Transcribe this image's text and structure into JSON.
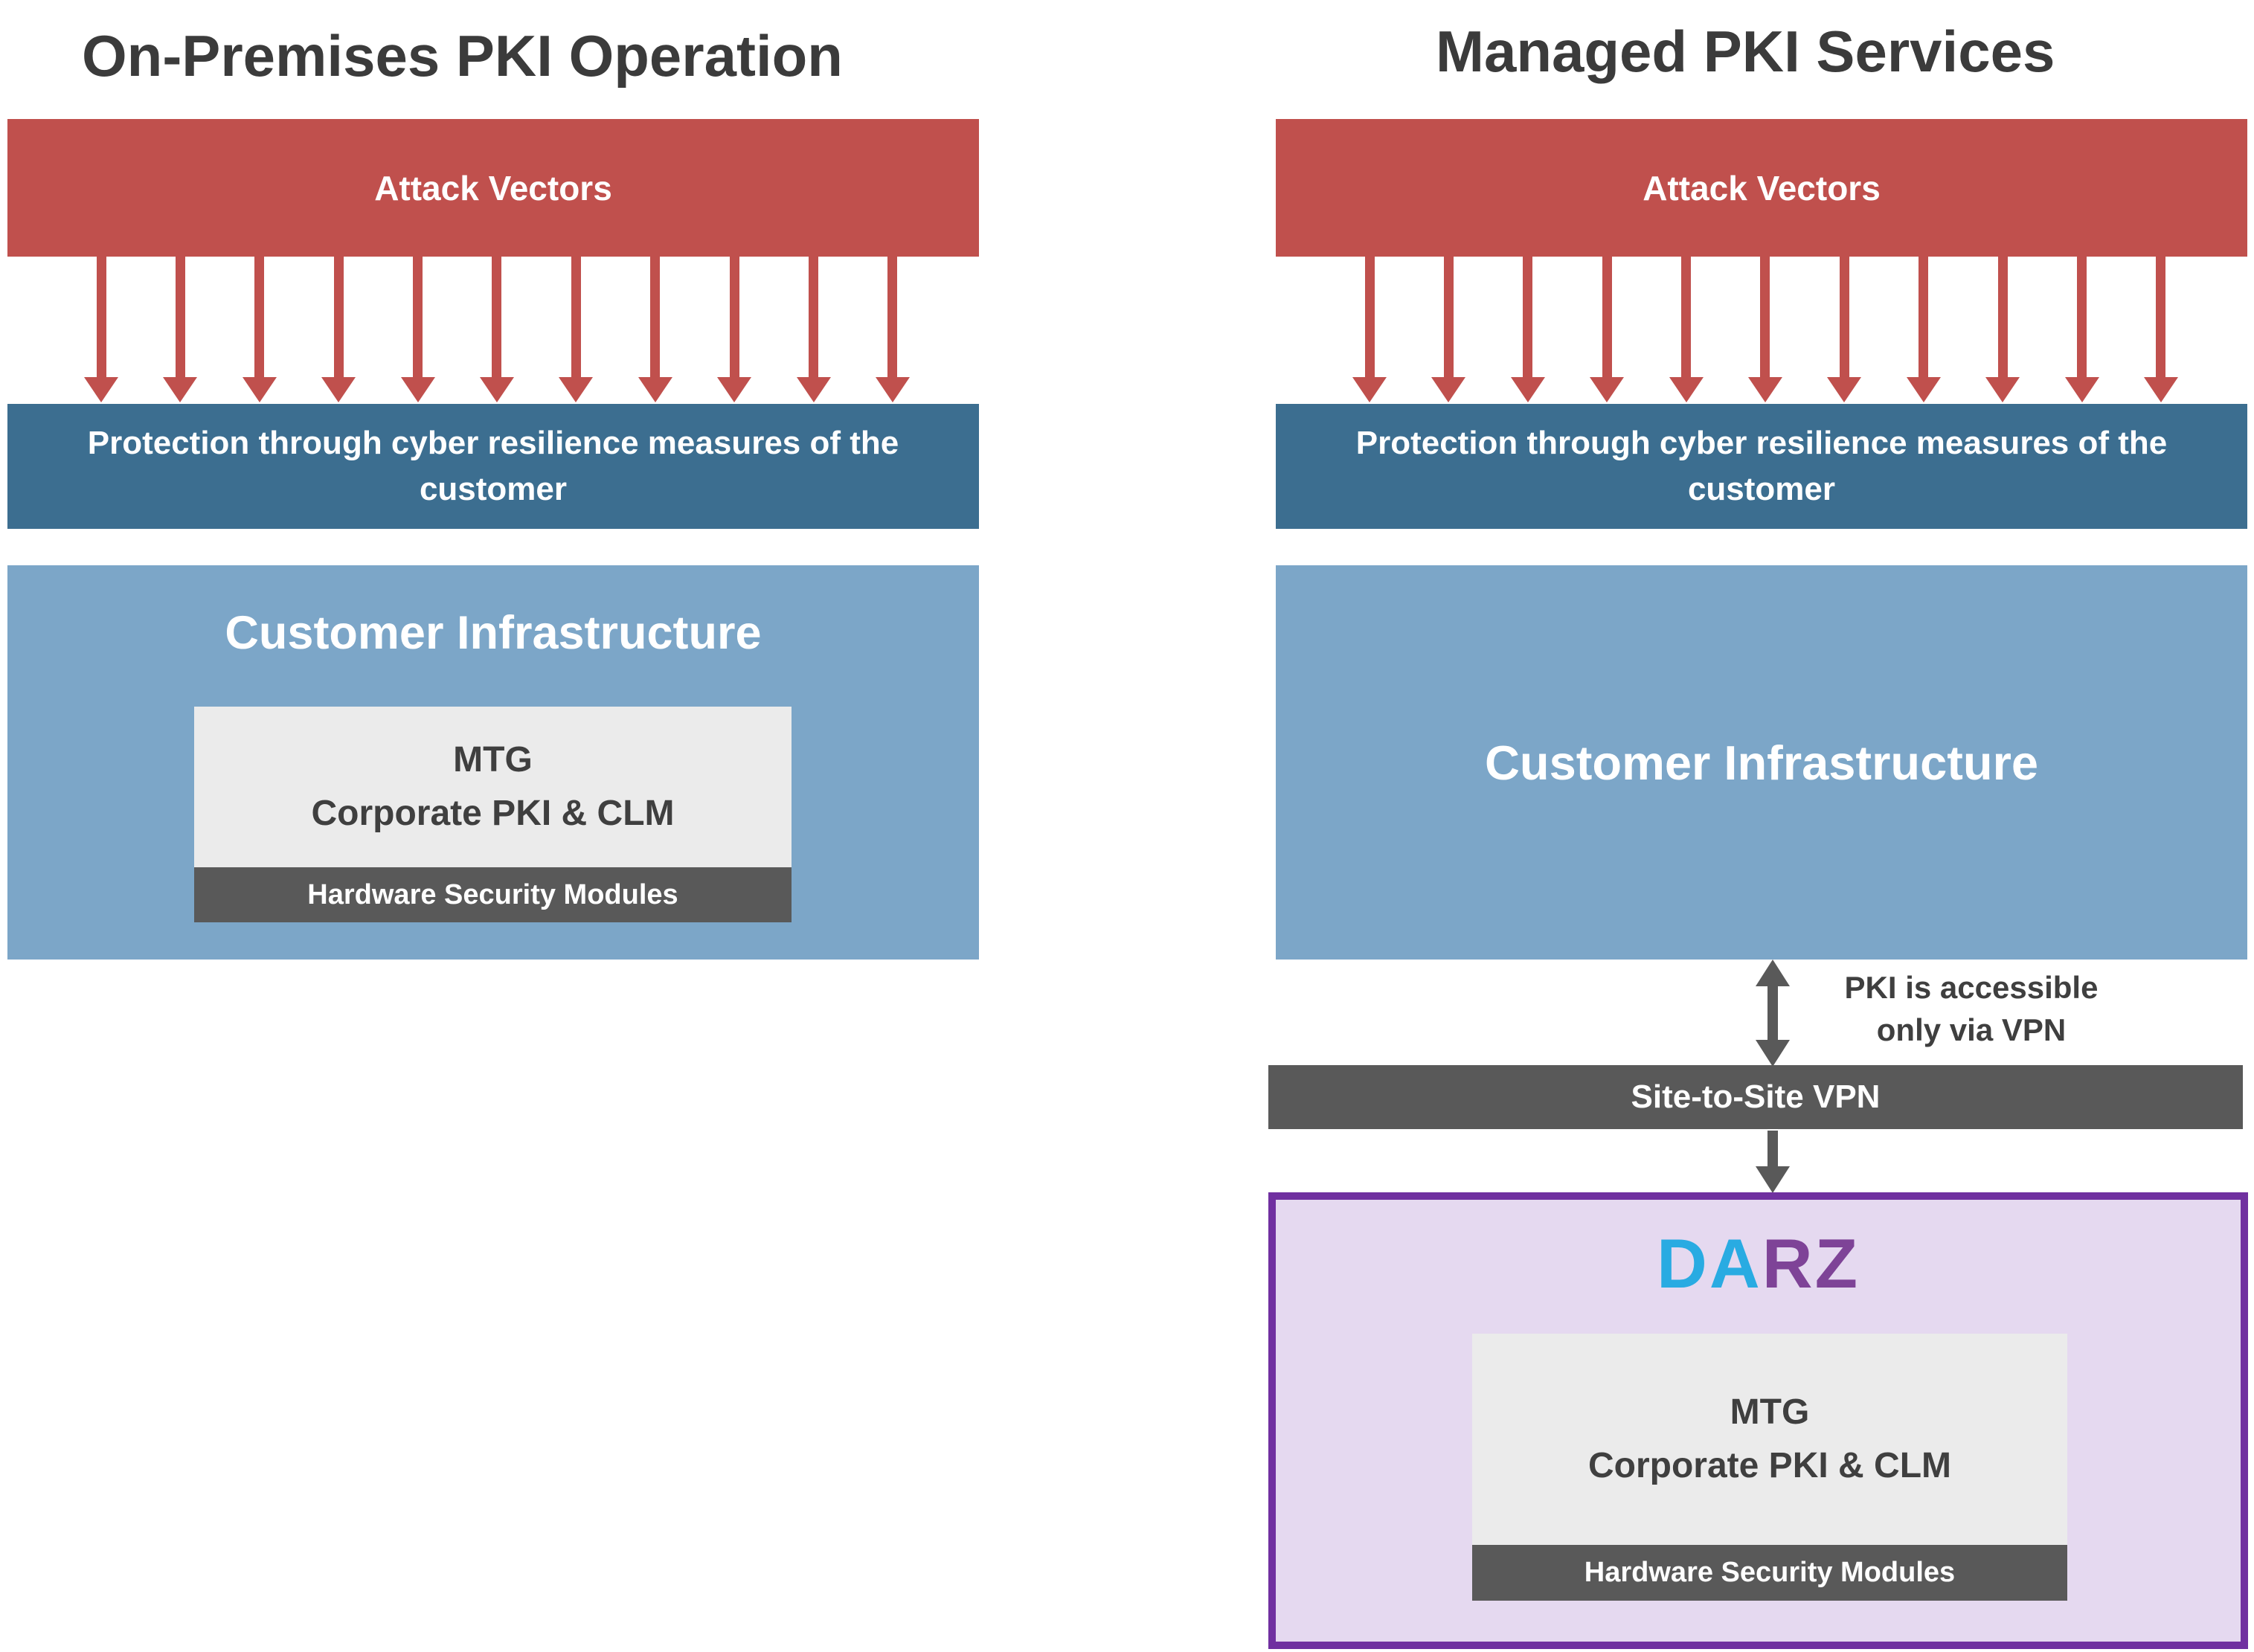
{
  "colors": {
    "red": "#C0504D",
    "steel_blue": "#3C6E90",
    "light_blue": "#7CA6C8",
    "dark_gray": "#595959",
    "light_gray": "#EBEBEB",
    "purple_border": "#7030A0",
    "purple_fill": "#E5D9F0",
    "darz_blue": "#29ABE2",
    "darz_purple": "#7E4397",
    "title_text": "#3B3B3B"
  },
  "left": {
    "title": "On-Premises PKI Operation",
    "attack_vectors_label": "Attack Vectors",
    "arrow_count": 11,
    "protection_label": "Protection through cyber resilience measures of the customer",
    "customer_infrastructure_label": "Customer Infrastructure",
    "mtg_box": {
      "line1": "MTG",
      "line2": "Corporate PKI & CLM"
    },
    "hsm_label": "Hardware Security Modules"
  },
  "right": {
    "title": "Managed PKI Services",
    "attack_vectors_label": "Attack Vectors",
    "arrow_count": 11,
    "protection_label": "Protection through cyber resilience measures of the customer",
    "customer_infrastructure_label": "Customer Infrastructure",
    "vpn_note": {
      "line1": "PKI is accessible",
      "line2": "only via VPN"
    },
    "vpn_bar_label": "Site-to-Site VPN",
    "darz_logo": {
      "part1": "DA",
      "part2": "RZ"
    },
    "mtg_box": {
      "line1": "MTG",
      "line2": "Corporate PKI & CLM"
    },
    "hsm_label": "Hardware Security Modules"
  }
}
